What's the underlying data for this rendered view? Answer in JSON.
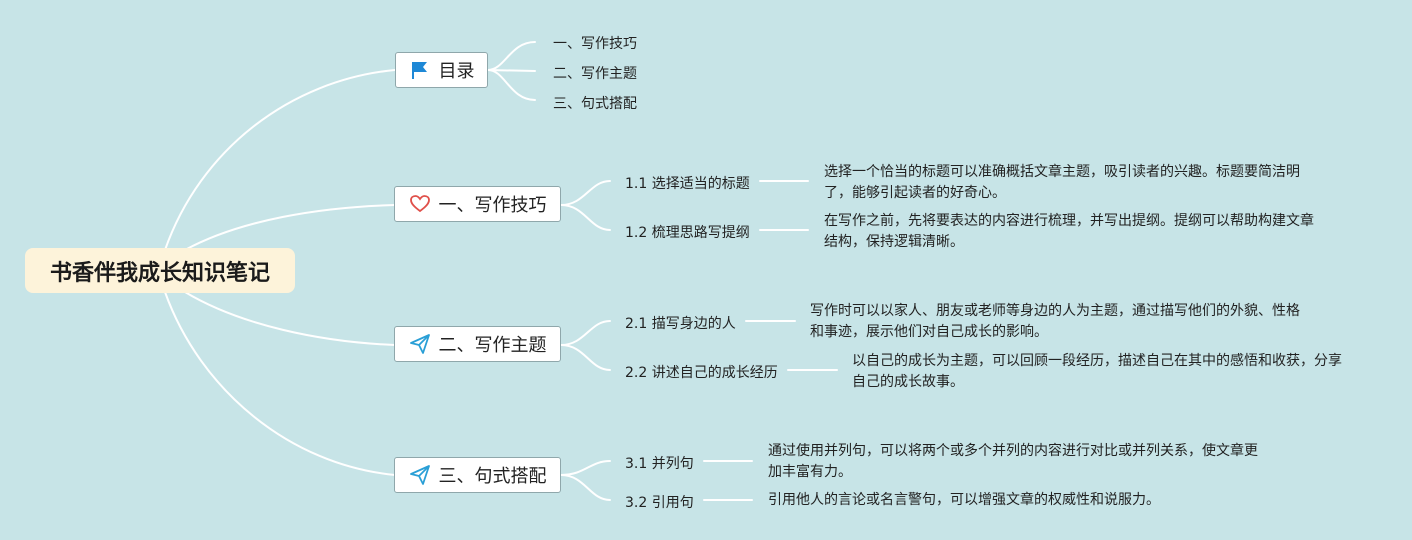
{
  "root": {
    "title": "书香伴我成长知识笔记"
  },
  "toc": {
    "label": "目录",
    "items": [
      "一、写作技巧",
      "二、写作主题",
      "三、句式搭配"
    ]
  },
  "sections": [
    {
      "label": "一、写作技巧",
      "icon": "heart-icon",
      "children": [
        {
          "label": "1.1 选择适当的标题",
          "desc": "选择一个恰当的标题可以准确概括文章主题，吸引读者的兴趣。标题要简洁明了，能够引起读者的好奇心。"
        },
        {
          "label": "1.2 梳理思路写提纲",
          "desc": "在写作之前，先将要表达的内容进行梳理，并写出提纲。提纲可以帮助构建文章结构，保持逻辑清晰。"
        }
      ]
    },
    {
      "label": "二、写作主题",
      "icon": "paper-plane-icon",
      "children": [
        {
          "label": "2.1 描写身边的人",
          "desc": "写作时可以以家人、朋友或老师等身边的人为主题，通过描写他们的外貌、性格和事迹，展示他们对自己成长的影响。"
        },
        {
          "label": "2.2 讲述自己的成长经历",
          "desc": "以自己的成长为主题，可以回顾一段经历，描述自己在其中的感悟和收获，分享自己的成长故事。"
        }
      ]
    },
    {
      "label": "三、句式搭配",
      "icon": "paper-plane-icon",
      "children": [
        {
          "label": "3.1 并列句",
          "desc": "通过使用并列句，可以将两个或多个并列的内容进行对比或并列关系，使文章更加丰富有力。"
        },
        {
          "label": "3.2 引用句",
          "desc": "引用他人的言论或名言警句，可以增强文章的权威性和说服力。"
        }
      ]
    }
  ],
  "colors": {
    "background": "#c7e4e7",
    "connector": "#ffffff",
    "flag": "#1e88d6",
    "heart": "#e0504a",
    "plane": "#2a9fd6"
  }
}
